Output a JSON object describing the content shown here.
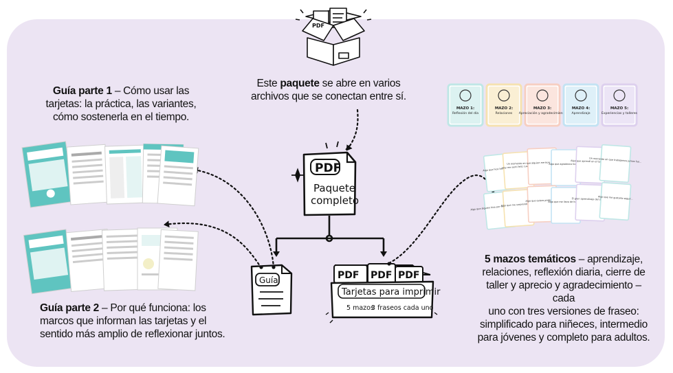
{
  "intro": {
    "prefix": "Este ",
    "bold": "paquete",
    "suffix_line1": " se abre en varios",
    "line2": "archivos que se conectan entre sí."
  },
  "guide1": {
    "bold": "Guía parte 1",
    "line1_rest": " – Cómo usar las",
    "line2": "tarjetas: la práctica, las variantes,",
    "line3": "cómo sostenerla en el tiempo."
  },
  "guide2": {
    "bold": "Guía parte 2",
    "line1_rest": " – Por qué funciona: los",
    "line2": "marcos que informan las tarjetas y el",
    "line3": "sentido más amplio de reflexionar juntos."
  },
  "decks_text": {
    "bold": "5 mazos temáticos",
    "line1_rest": " – aprendizaje,",
    "line2": "relaciones, reflexión diaria, cierre de",
    "line3": "taller y aprecio y agradecimiento – cada",
    "line4": "uno con tres versiones de fraseo:",
    "line5": "simplificado para niñeces, intermedio",
    "line6": "para jóvenes y completo para adultos."
  },
  "center_doc": {
    "pdf_label": "PDF",
    "title_line1": "Paquete",
    "title_line2": "completo"
  },
  "box_icon": {
    "pdf_label": "PDF"
  },
  "guide_doc": {
    "label": "Guía"
  },
  "cards_folder": {
    "pdf_labels": [
      "PDF",
      "PDF",
      "PDF"
    ],
    "title": "Tarjetas para imprimir",
    "sub_left": "5 mazos",
    "sub_right": "3 fraseos cada uno"
  },
  "decks": [
    {
      "title_line1": "MAZO 1:",
      "title_line2": "Reflexión del día",
      "color": "#bfe7e6"
    },
    {
      "title_line1": "MAZO 2:",
      "title_line2": "Relaciones",
      "color": "#f6e2b0"
    },
    {
      "title_line1": "MAZO 3:",
      "title_line2": "Apreciación y agradecimiento",
      "color": "#f7cfc2"
    },
    {
      "title_line1": "MAZO 4:",
      "title_line2": "Aprendizaje",
      "color": "#c3e3f3"
    },
    {
      "title_line1": "MAZO 5:",
      "title_line2": "Experiencias y talleres",
      "color": "#ddd0ee"
    }
  ],
  "sample_cards": [
    {
      "text": "Algo que hice bien hoy fue..."
    },
    {
      "text": "Hoy me sentí feliz cuando..."
    },
    {
      "text": "Un momento en que alguien me hizo sentir importante fue..."
    },
    {
      "text": "Algo que agradezco hoy es..."
    },
    {
      "text": "Algo que aprendí en el taller fue..."
    },
    {
      "text": "Un momento en que trabajamos juntos fue..."
    },
    {
      "text": "Algo que alguien hizo por mí que agradezco fue..."
    },
    {
      "text": "Algo que me sorprendió fue..."
    },
    {
      "text": "Algo que quiero probar fue..."
    },
    {
      "text": "Algo que me llevo de hoy es..."
    },
    {
      "text": "El gran aprendizaje del día fue..."
    },
    {
      "text": "Algo que me gustaría seguir..."
    }
  ],
  "colors": {
    "panel": "#ece4f3",
    "teal": "#5fc4c0",
    "ink": "#111111"
  }
}
